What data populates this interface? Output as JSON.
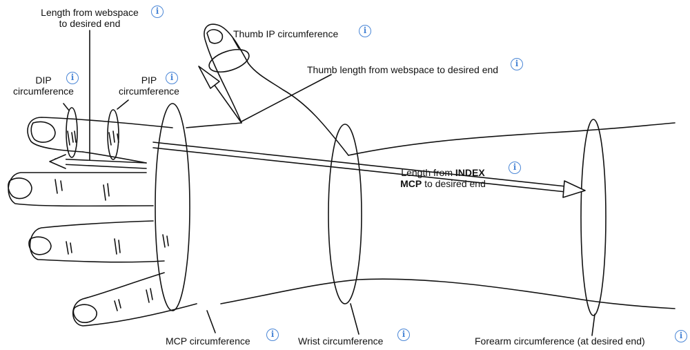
{
  "labels": {
    "webspace_length": {
      "line1": "Length from webspace",
      "line2": "to desired end"
    },
    "thumb_ip": "Thumb IP circumference",
    "thumb_length": "Thumb length from webspace to desired end",
    "dip": {
      "line1": "DIP",
      "line2": "circumference"
    },
    "pip": {
      "line1": "PIP",
      "line2": "circumference"
    },
    "index_mcp_length": {
      "prefix": "Length from ",
      "bold1": "INDEX",
      "bold2": "MCP",
      "suffix": " to desired end"
    },
    "mcp": "MCP circumference",
    "wrist": "Wrist circumference",
    "forearm": "Forearm circumference (at desired end)"
  },
  "info_glyph": "i",
  "colors": {
    "info_icon": "#4a86d6",
    "line": "#111111"
  }
}
